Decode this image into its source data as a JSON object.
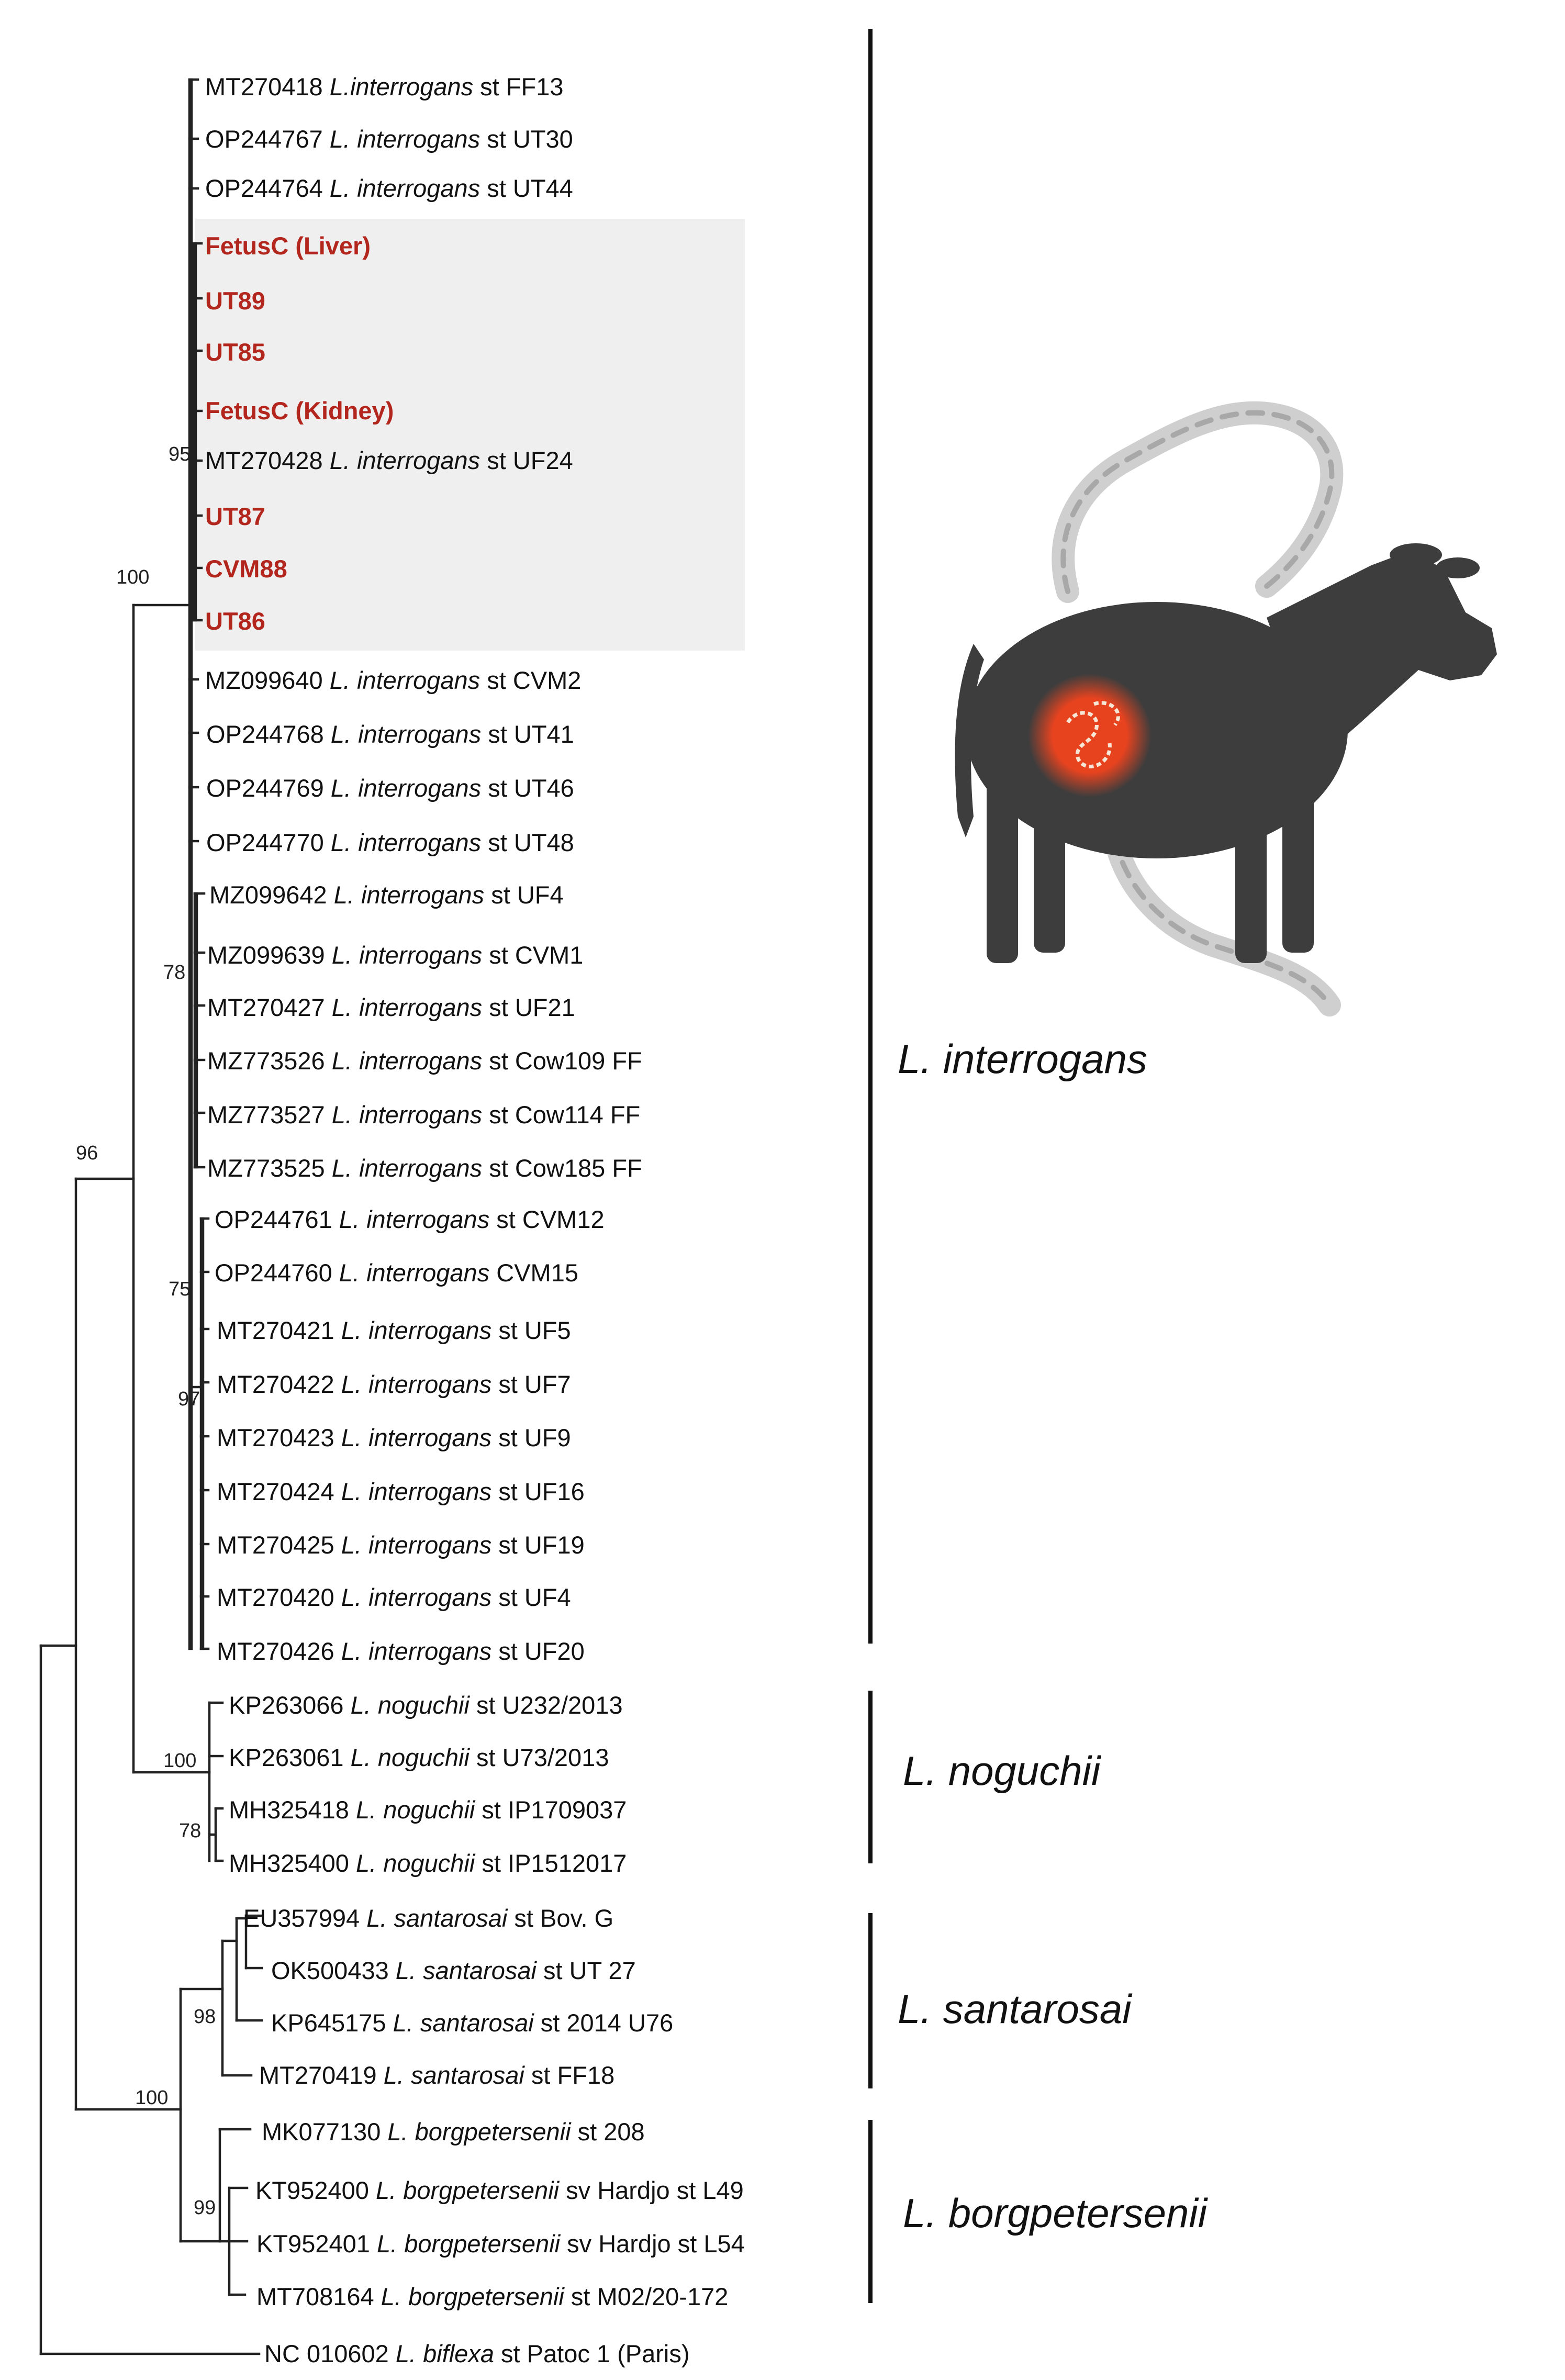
{
  "colors": {
    "highlight_text": "#b3261e",
    "highlight_box": "#efefef",
    "cow": "#3d3d3d",
    "spirochete": "#c9c9c9",
    "infection_glow": "#e8431f"
  },
  "icons": [
    "cow-silhouette-icon",
    "spirochete-icon",
    "infection-glow-icon"
  ],
  "leaves": [
    {
      "acc": "MT270418",
      "sp": "L.interrogans",
      "rest": "st FF13"
    },
    {
      "acc": "OP244767",
      "sp": "L. interrogans",
      "rest": "st UT30"
    },
    {
      "acc": "OP244764",
      "sp": "L. interrogans",
      "rest": "st UT44"
    },
    {
      "acc": "FetusC (Liver)",
      "sp": "",
      "rest": "",
      "highlight": true
    },
    {
      "acc": "UT89",
      "sp": "",
      "rest": "",
      "highlight": true
    },
    {
      "acc": "UT85",
      "sp": "",
      "rest": "",
      "highlight": true
    },
    {
      "acc": "FetusC (Kidney)",
      "sp": "",
      "rest": "",
      "highlight": true
    },
    {
      "acc": "MT270428",
      "sp": "L. interrogans",
      "rest": "st UF24"
    },
    {
      "acc": "UT87",
      "sp": "",
      "rest": "",
      "highlight": true
    },
    {
      "acc": "CVM88",
      "sp": "",
      "rest": "",
      "highlight": true
    },
    {
      "acc": "UT86",
      "sp": "",
      "rest": "",
      "highlight": true
    },
    {
      "acc": "MZ099640",
      "sp": "L. interrogans",
      "rest": "st CVM2"
    },
    {
      "acc": "OP244768",
      "sp": "L. interrogans",
      "rest": "st UT41"
    },
    {
      "acc": "OP244769",
      "sp": "L. interrogans",
      "rest": "st UT46"
    },
    {
      "acc": "OP244770",
      "sp": "L. interrogans",
      "rest": "st UT48"
    },
    {
      "acc": "MZ099642",
      "sp": "L. interrogans",
      "rest": "st UF4"
    },
    {
      "acc": "MZ099639",
      "sp": "L. interrogans",
      "rest": "st CVM1"
    },
    {
      "acc": "MT270427",
      "sp": "L. interrogans",
      "rest": "st UF21"
    },
    {
      "acc": "MZ773526",
      "sp": "L. interrogans",
      "rest": "st Cow109 FF"
    },
    {
      "acc": "MZ773527",
      "sp": "L. interrogans",
      "rest": "st Cow114 FF"
    },
    {
      "acc": "MZ773525",
      "sp": "L. interrogans",
      "rest": "st Cow185 FF"
    },
    {
      "acc": "OP244761",
      "sp": "L. interrogans",
      "rest": "st CVM12"
    },
    {
      "acc": "OP244760",
      "sp": "L. interrogans",
      "rest": "CVM15"
    },
    {
      "acc": "MT270421",
      "sp": "L. interrogans",
      "rest": "st UF5"
    },
    {
      "acc": "MT270422",
      "sp": "L. interrogans",
      "rest": "st UF7"
    },
    {
      "acc": "MT270423",
      "sp": "L. interrogans",
      "rest": "st UF9"
    },
    {
      "acc": "MT270424",
      "sp": "L. interrogans",
      "rest": "st UF16"
    },
    {
      "acc": "MT270425",
      "sp": "L. interrogans",
      "rest": "st UF19"
    },
    {
      "acc": "MT270420",
      "sp": "L. interrogans",
      "rest": "st UF4"
    },
    {
      "acc": "MT270426",
      "sp": "L. interrogans",
      "rest": "st UF20"
    },
    {
      "acc": "KP263066",
      "sp": "L. noguchii",
      "rest": "st U232/2013"
    },
    {
      "acc": "KP263061",
      "sp": "L. noguchii",
      "rest": "st U73/2013"
    },
    {
      "acc": "MH325418",
      "sp": "L. noguchii",
      "rest": "st IP1709037"
    },
    {
      "acc": "MH325400",
      "sp": "L. noguchii",
      "rest": "st IP1512017"
    },
    {
      "acc": "EU357994",
      "sp": "L. santarosai",
      "rest": "st Bov. G"
    },
    {
      "acc": "OK500433",
      "sp": "L. santarosai",
      "rest": "st UT 27"
    },
    {
      "acc": "KP645175",
      "sp": "L. santarosai",
      "rest": "st 2014 U76"
    },
    {
      "acc": "MT270419",
      "sp": "L. santarosai",
      "rest": "st FF18"
    },
    {
      "acc": "MK077130",
      "sp": "L. borgpetersenii",
      "rest": "st 208"
    },
    {
      "acc": "KT952400",
      "sp": "L. borgpetersenii",
      "rest": "sv Hardjo st L49"
    },
    {
      "acc": "KT952401",
      "sp": "L. borgpetersenii",
      "rest": "sv Hardjo st L54"
    },
    {
      "acc": "MT708164",
      "sp": "L. borgpetersenii",
      "rest": "st M02/20-172"
    },
    {
      "acc": "NC 010602",
      "sp": "L. biflexa",
      "rest": " st Patoc 1 (Paris)"
    }
  ],
  "bootstraps": [
    "95",
    "100",
    "78",
    "96",
    "75",
    "97",
    "100",
    "78",
    "98",
    "100",
    "99"
  ],
  "clades": [
    {
      "label": "L. interrogans"
    },
    {
      "label": "L. noguchii"
    },
    {
      "label": "L. santarosai"
    },
    {
      "label": "L. borgpetersenii"
    }
  ]
}
